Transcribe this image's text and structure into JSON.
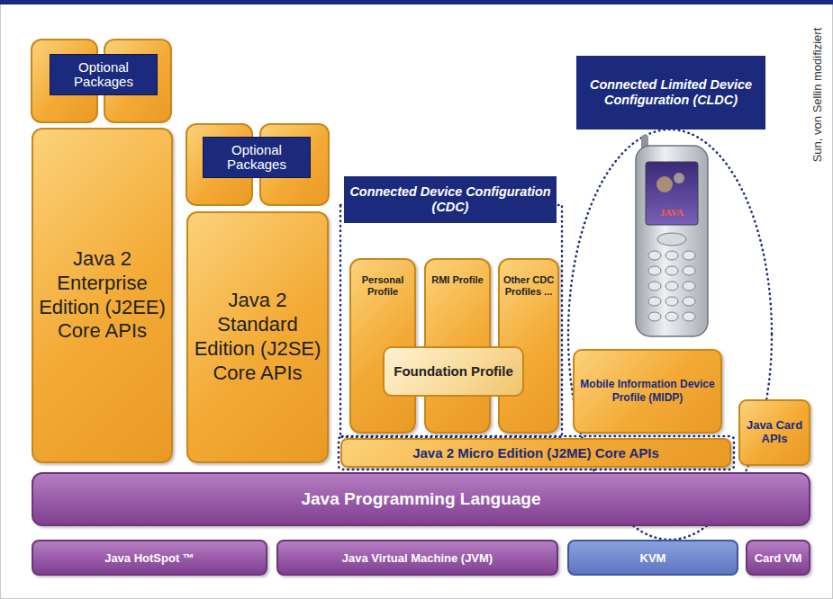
{
  "diagram": {
    "nodes": [
      {
        "text": [
          "Optional Packages"
        ]
      },
      {
        "text": [
          "Java 2 Enterprise Edition (J2EE) Core APIs"
        ]
      },
      {
        "text": [
          "Optional Packages"
        ]
      },
      {
        "text": [
          "Java 2 Standard Edition (J2SE) Core APIs"
        ]
      },
      {
        "text": [
          "Connected Device Configuration (CDC)"
        ]
      },
      {
        "text": [
          "Personal Profile"
        ],
        "in": 4
      },
      {
        "text": [
          "RMI Profile"
        ],
        "in": 4
      },
      {
        "text": [
          "Other CDC Profiles ..."
        ],
        "in": 4
      },
      {
        "text": [
          "Foundation Profile"
        ],
        "in": 4
      },
      {
        "text": [
          "Connected Limited Device Configuration (CLDC)"
        ]
      },
      {
        "text": [
          "Mobile Information Device Profile (MIDP)"
        ],
        "in": 9
      },
      {
        "text": [
          "Java 2 Micro Edition (J2ME) Core APIs"
        ]
      },
      {
        "text": [
          "Java Card APIs"
        ]
      },
      {
        "text": [
          "Java Programming Language"
        ]
      },
      {
        "text": [
          "Java HotSpot ™"
        ]
      },
      {
        "text": [
          "Java Virtual Machine (JVM)"
        ]
      },
      {
        "text": [
          "KVM"
        ]
      },
      {
        "text": [
          "Card VM"
        ]
      }
    ],
    "labels": [
      "Sun, von Sellin modifiziert",
      "JAVA"
    ]
  }
}
